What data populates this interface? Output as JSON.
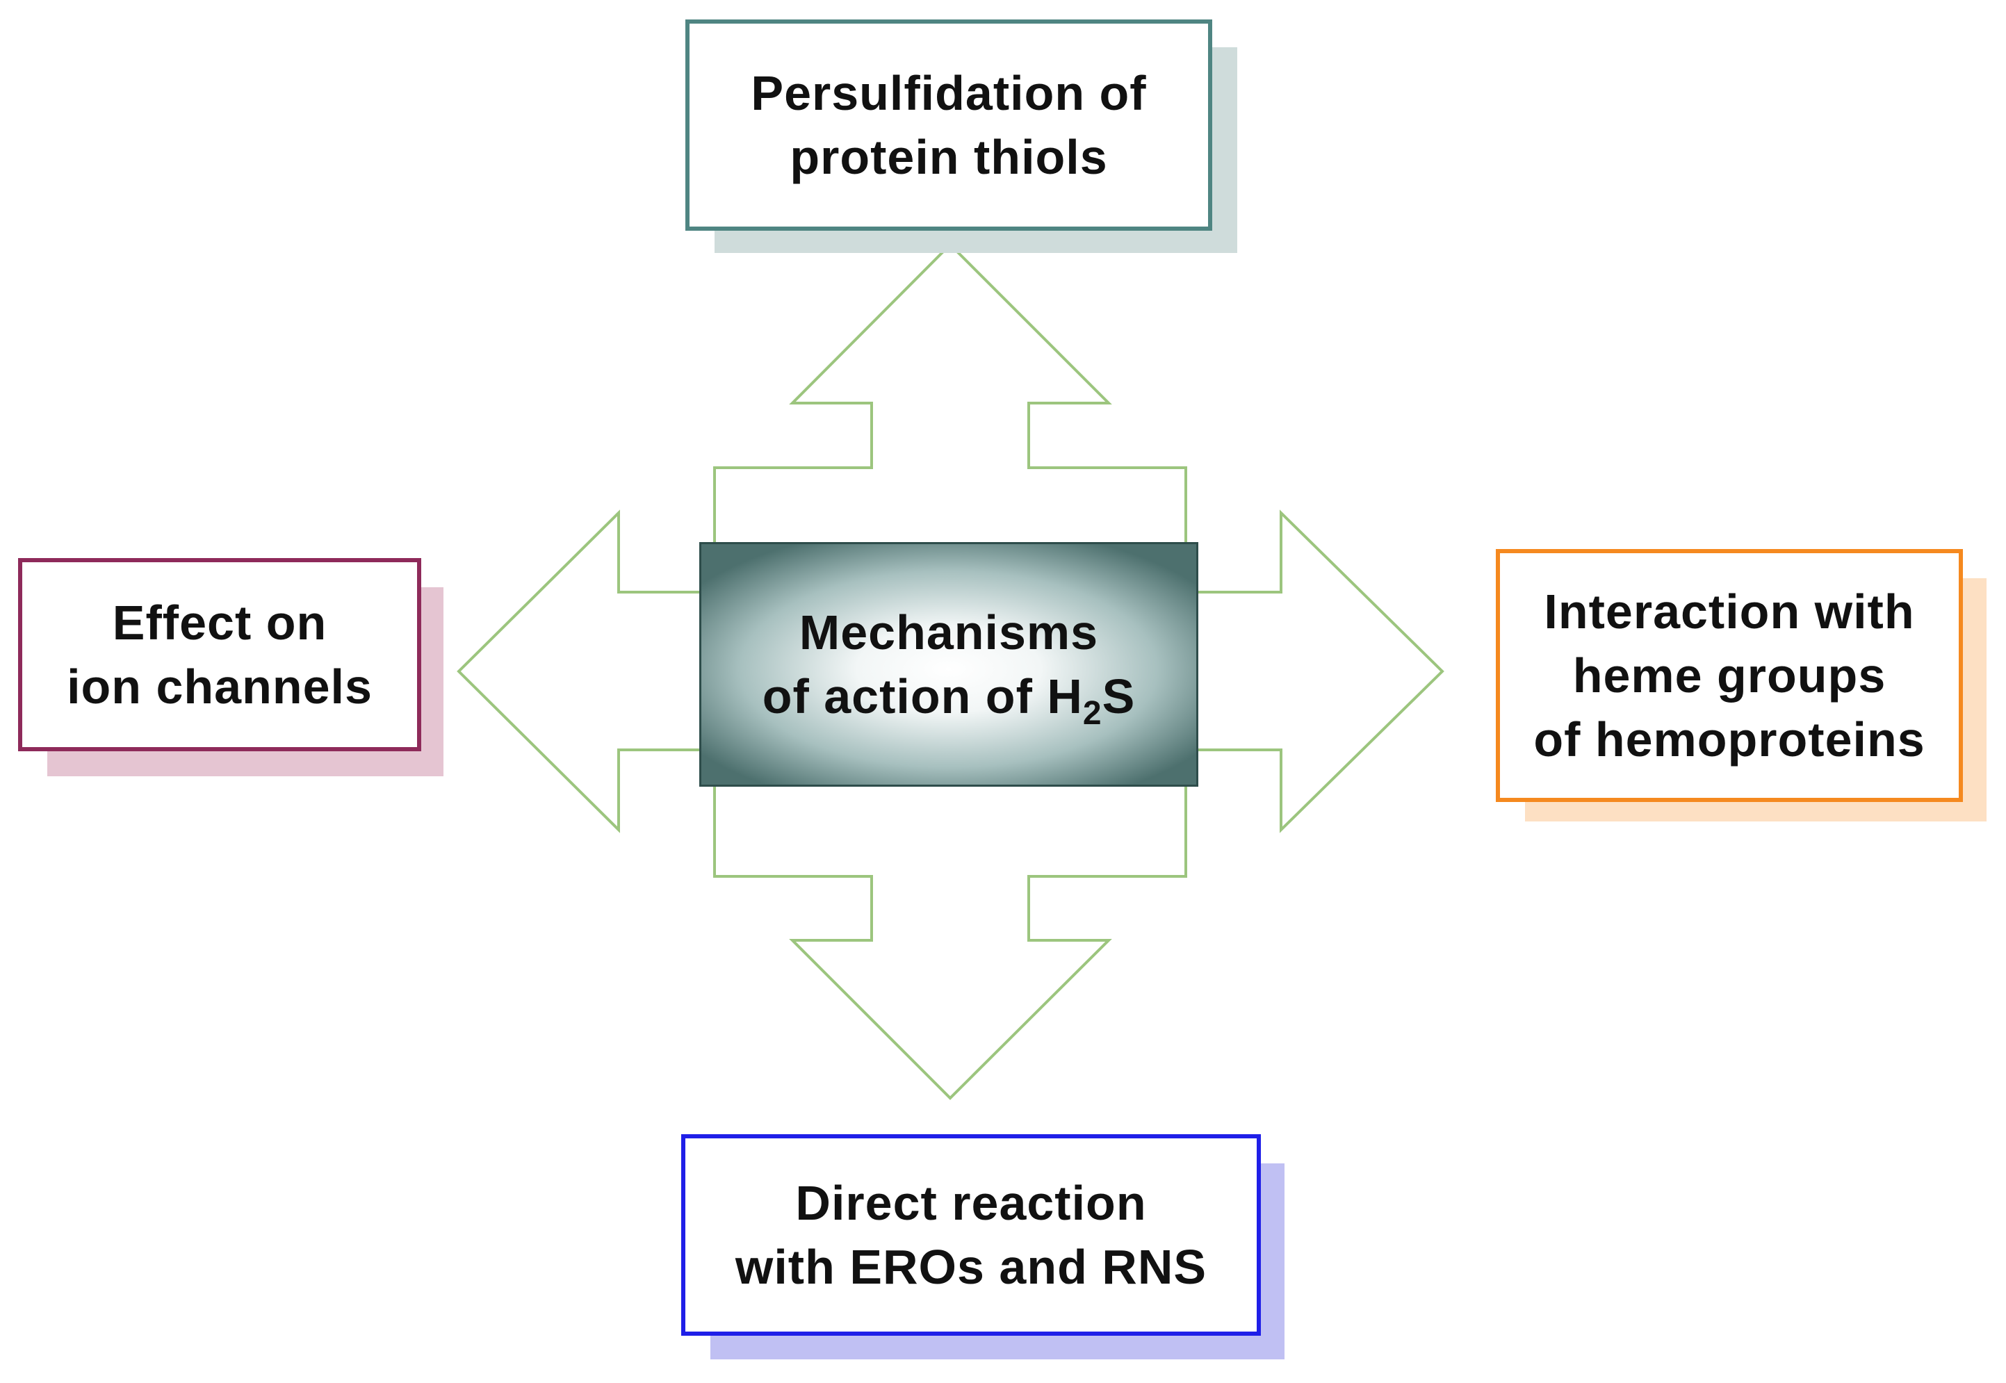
{
  "colors": {
    "arrow_outline": "#9cc57e",
    "top_border": "#4f8582",
    "top_shadow": "#cfdcdb",
    "left_border": "#8e2a5a",
    "left_shadow": "#e5c5d2",
    "right_border": "#f5891f",
    "right_shadow": "#fde0c3",
    "bottom_border": "#1f1fe8",
    "bottom_shadow": "#c0c0f3",
    "center_border": "#2e4d4b"
  },
  "center": {
    "line1": "Mechanisms",
    "line2_prefix": "of action of H",
    "line2_sub": "2",
    "line2_suffix": "S"
  },
  "top_box": {
    "line1": "Persulfidation of",
    "line2": "protein thiols"
  },
  "left_box": {
    "line1": "Effect on",
    "line2": "ion channels"
  },
  "right_box": {
    "line1": "Interaction with",
    "line2": "heme groups",
    "line3": "of hemoproteins"
  },
  "bottom_box": {
    "line1": "Direct reaction",
    "line2": "with EROs and RNS"
  }
}
